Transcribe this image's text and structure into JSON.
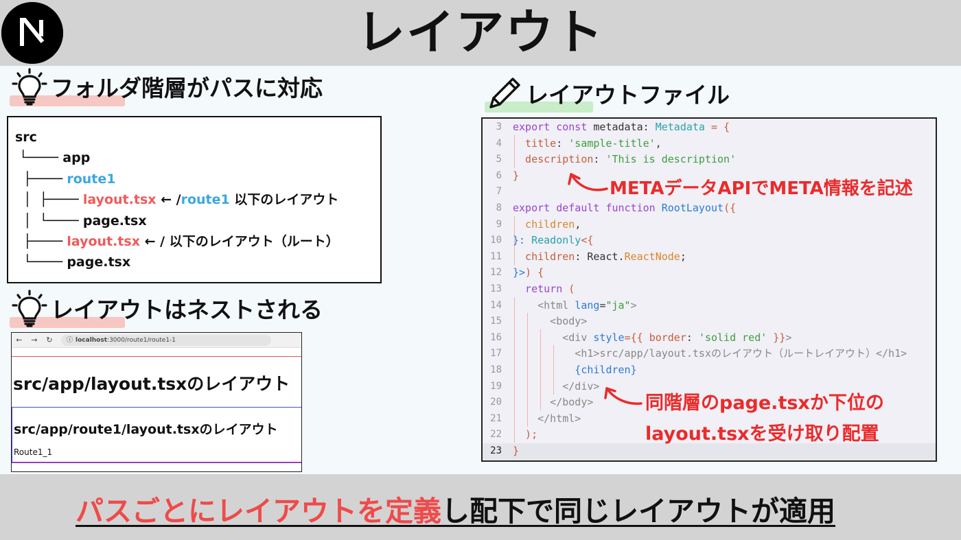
{
  "header": {
    "title": "レイアウト",
    "logo_letter": "N"
  },
  "sections": {
    "folder": "フォルダ階層がパスに対応",
    "nest": "レイアウトはネストされる",
    "file": "レイアウトファイル"
  },
  "colors": {
    "accent_red": "#ef4a4a",
    "accent_blue": "#3aa7e0",
    "highlight_pink": "#f7c7c3",
    "highlight_green": "#c9ecc9"
  },
  "tree": {
    "rows": [
      {
        "prefix": "",
        "parts": [
          {
            "t": "src",
            "c": ""
          }
        ]
      },
      {
        "prefix": " └──── ",
        "parts": [
          {
            "t": "app",
            "c": ""
          }
        ]
      },
      {
        "prefix": "  ├──── ",
        "parts": [
          {
            "t": "route1",
            "c": "blue"
          }
        ]
      },
      {
        "prefix": "  │  ├──── ",
        "parts": [
          {
            "t": "layout.tsx",
            "c": "red"
          },
          {
            "t": " ← /",
            "c": ""
          },
          {
            "t": "route1",
            "c": "blue"
          },
          {
            "t": " 以下のレイアウト",
            "c": ""
          }
        ]
      },
      {
        "prefix": "  │  └──── ",
        "parts": [
          {
            "t": "page.tsx",
            "c": ""
          }
        ]
      },
      {
        "prefix": "  ├──── ",
        "parts": [
          {
            "t": "layout.tsx",
            "c": "red"
          },
          {
            "t": " ← / 以下のレイアウト（ルート）",
            "c": ""
          }
        ]
      },
      {
        "prefix": "  └──── ",
        "parts": [
          {
            "t": "page.tsx",
            "c": ""
          }
        ]
      }
    ]
  },
  "browser": {
    "url_host": "localhost",
    "url_path": ":3000/route1/route1-1",
    "root_heading": "src/app/layout.tsxのレイアウト",
    "route_heading": "src/app/route1/layout.tsxのレイアウト",
    "page_text": "Route1_1"
  },
  "code": {
    "lines": [
      {
        "n": "3",
        "tokens": [
          [
            "export const ",
            "k"
          ],
          [
            "metadata",
            "n"
          ],
          [
            ": ",
            "n"
          ],
          [
            "Metadata",
            "ty"
          ],
          [
            " = {",
            "p"
          ]
        ]
      },
      {
        "n": "4",
        "tokens": [
          [
            "  title",
            "p"
          ],
          [
            ": ",
            "n"
          ],
          [
            "'sample-title'",
            "s"
          ],
          [
            ",",
            "n"
          ]
        ]
      },
      {
        "n": "5",
        "tokens": [
          [
            "  description",
            "p"
          ],
          [
            ": ",
            "n"
          ],
          [
            "'This is description'",
            "s"
          ]
        ]
      },
      {
        "n": "6",
        "tokens": [
          [
            "}",
            "p"
          ]
        ]
      },
      {
        "n": "7",
        "tokens": []
      },
      {
        "n": "8",
        "tokens": [
          [
            "export default function ",
            "k"
          ],
          [
            "RootLayout",
            "f"
          ],
          [
            "({",
            "p"
          ]
        ]
      },
      {
        "n": "9",
        "tokens": [
          [
            "  children",
            "rt"
          ],
          [
            ",",
            "n"
          ]
        ]
      },
      {
        "n": "10",
        "tokens": [
          [
            "}: ",
            "f"
          ],
          [
            "Readonly",
            "ty"
          ],
          [
            "<{",
            "p"
          ]
        ]
      },
      {
        "n": "11",
        "tokens": [
          [
            "  children",
            "p"
          ],
          [
            ": ",
            "n"
          ],
          [
            "React",
            "n"
          ],
          [
            ".",
            "n"
          ],
          [
            "ReactNode",
            "rt"
          ],
          [
            ";",
            "n"
          ]
        ]
      },
      {
        "n": "12",
        "tokens": [
          [
            "}>",
            "f"
          ],
          [
            ") {",
            "p"
          ]
        ]
      },
      {
        "n": "13",
        "tokens": [
          [
            "  return ",
            "k"
          ],
          [
            "(",
            "p"
          ]
        ]
      },
      {
        "n": "14",
        "tokens": [
          [
            "    <html ",
            "tg"
          ],
          [
            "lang",
            "f"
          ],
          [
            "=",
            "n"
          ],
          [
            "\"ja\"",
            "s"
          ],
          [
            ">",
            "tg"
          ]
        ]
      },
      {
        "n": "15",
        "tokens": [
          [
            "      <body>",
            "tg"
          ]
        ]
      },
      {
        "n": "16",
        "tokens": [
          [
            "        <div ",
            "tg"
          ],
          [
            "style",
            "f"
          ],
          [
            "={{ ",
            "p"
          ],
          [
            "border",
            "p"
          ],
          [
            ": ",
            "n"
          ],
          [
            "'solid red'",
            "s"
          ],
          [
            " }}",
            "p"
          ],
          [
            ">",
            "tg"
          ]
        ]
      },
      {
        "n": "17",
        "tokens": [
          [
            "          <h1>",
            "tg"
          ],
          [
            "src/app/layout.tsxのレイアウト（ルートレイアウト）",
            "tg"
          ],
          [
            "</h1>",
            "tg"
          ]
        ]
      },
      {
        "n": "18",
        "tokens": [
          [
            "          {children}",
            "f"
          ]
        ]
      },
      {
        "n": "19",
        "tokens": [
          [
            "        </div>",
            "tg"
          ]
        ]
      },
      {
        "n": "20",
        "tokens": [
          [
            "      </body>",
            "tg"
          ]
        ]
      },
      {
        "n": "21",
        "tokens": [
          [
            "    </html>",
            "tg"
          ]
        ]
      },
      {
        "n": "22",
        "tokens": [
          [
            "  );",
            "p"
          ]
        ]
      },
      {
        "n": "23",
        "tokens": [
          [
            "}",
            "p"
          ]
        ]
      }
    ],
    "annotation_1": "METAデータAPIでMETA情報を記述",
    "annotation_2a": "同階層のpage.tsxか下位の",
    "annotation_2b": "layout.tsxを受け取り配置"
  },
  "footer": {
    "red_part": "パスごとにレイアウトを定義",
    "black_part": "し配下で同じレイアウトが適用"
  }
}
